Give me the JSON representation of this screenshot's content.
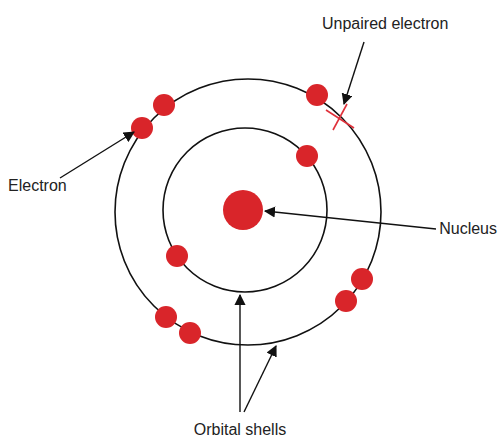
{
  "diagram": {
    "labels": [
      "Unpaired electron",
      "Electron",
      "Nucleus",
      "Orbital shells"
    ]
  }
}
